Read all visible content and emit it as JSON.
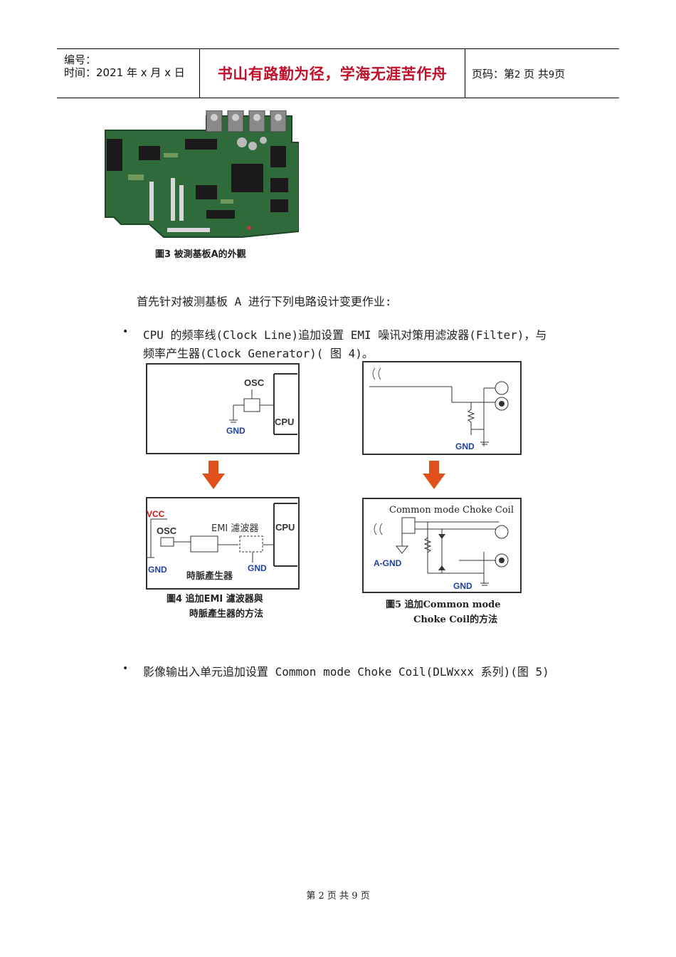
{
  "header": {
    "code_label": "编号：",
    "date_line": "时间：2021 年 x 月 x 日",
    "motto": "书山有路勤为径，学海无涯苦作舟",
    "page_prefix": "页码：第",
    "page_num": "2",
    "page_mid": "页  共",
    "page_total": "9",
    "page_suffix": "页"
  },
  "figure3": {
    "caption": "圖3 被測基板A的外觀"
  },
  "intro": "首先针对被测基板 A 进行下列电路设计变更作业:",
  "bullets": [
    {
      "line1": "CPU 的频率线(Clock Line)追加设置 EMI 噪讯对策用滤波器(Filter)，与",
      "line2": "频率产生器(Clock Generator)( 图 4)。"
    },
    {
      "line1": "影像输出入单元追加设置 Common mode Choke Coil(DLWxxx 系列)(图 5)"
    }
  ],
  "figure4": {
    "top": {
      "osc": "OSC",
      "cpu": "CPU",
      "gnd": "GND"
    },
    "bottom": {
      "vcc": "VCC",
      "osc": "OSC",
      "emi": "EMI 濾波器",
      "cpu": "CPU",
      "gnd1": "GND",
      "gnd2": "GND",
      "clockgen": "時脈產生器"
    },
    "caption1": "圖4 追加EMI 濾波器與",
    "caption2": "時脈產生器的方法"
  },
  "figure5": {
    "top": {
      "gnd": "GND"
    },
    "bottom": {
      "title": "Common mode Choke Coil",
      "agnd": "A-GND",
      "gnd": "GND"
    },
    "caption1": "圖5 追加Common mode",
    "caption2": "Choke Coil的方法"
  },
  "colors": {
    "motto": "#c0102a",
    "arrow": "#e0501c",
    "gnd_blue": "#2040a0",
    "vcc_red": "#d01010"
  },
  "footer": {
    "text": "第 2 页 共 9 页"
  }
}
